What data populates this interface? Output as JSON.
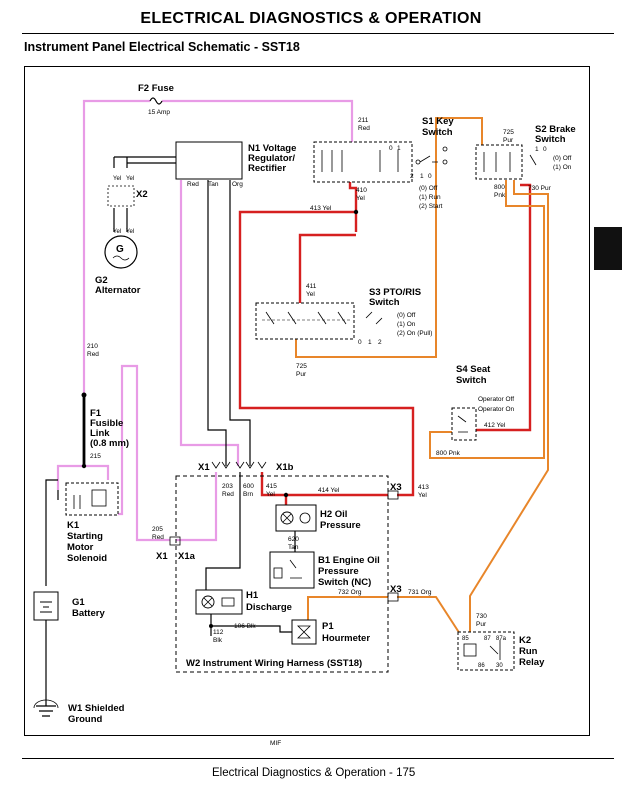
{
  "header": {
    "title": "ELECTRICAL   DIAGNOSTICS & OPERATION",
    "subtitle": "Instrument Panel Electrical Schematic - SST18"
  },
  "footer": {
    "text": "Electrical   Diagnostics & Operation  - 175"
  },
  "colors": {
    "pink": "#e89be6",
    "red": "#d62020",
    "orange": "#e8862a",
    "black": "#000000",
    "tab": "#111111"
  },
  "components": {
    "f2": {
      "name": "F2 Fuse",
      "rating": "15 Amp"
    },
    "n1": {
      "line1": "N1 Voltage",
      "line2": "Regulator/",
      "line3": "Rectifier"
    },
    "s1": {
      "line1": "S1 Key",
      "line2": "Switch",
      "pos0": "(0) Off",
      "pos1": "(1) Run",
      "pos2": "(2) Start"
    },
    "s2": {
      "line1": "S2 Brake",
      "line2": "Switch",
      "pos0": "(0) Off",
      "pos1": "(1) On"
    },
    "s3": {
      "line1": "S3 PTO/RIS",
      "line2": "Switch",
      "pos0": "(0) Off",
      "pos1": "(1) On",
      "pos2": "(2) On (Pull)"
    },
    "s4": {
      "line1": "S4 Seat",
      "line2": "Switch",
      "pos0": "Operator Off",
      "pos1": "Operator On"
    },
    "g2": {
      "line1": "G2",
      "line2": "Alternator",
      "symbol": "G"
    },
    "x2": {
      "name": "X2"
    },
    "f1": {
      "line1": "F1",
      "line2": "Fusible",
      "line3": "Link",
      "line4": "(0.8 mm)"
    },
    "k1": {
      "line1": "K1",
      "line2": "Starting",
      "line3": "Motor",
      "line4": "Solenoid"
    },
    "g1": {
      "line1": "G1",
      "line2": "Battery"
    },
    "w1": {
      "line1": "W1 Shielded",
      "line2": "Ground"
    },
    "h2": {
      "line1": "H2 Oil",
      "line2": "Pressure"
    },
    "b1": {
      "line1": "B1 Engine Oil",
      "line2": "Pressure",
      "line3": "Switch (NC)"
    },
    "h1": {
      "line1": "H1",
      "line2": "Discharge"
    },
    "p1": {
      "line1": "P1",
      "line2": "Hourmeter"
    },
    "k2": {
      "line1": "K2",
      "line2": "Run",
      "line3": "Relay"
    },
    "w2": {
      "name": "W2 Instrument Wiring Harness (SST18)"
    }
  },
  "connectors": {
    "x1": "X1",
    "x1b": "X1b",
    "x1a": "X1",
    "x1a_sub": "X1a",
    "x3": "X3"
  },
  "wires": {
    "w211": "211",
    "w211c": "Red",
    "w410": "410",
    "w410c": "Yel",
    "w413": "413 Yel",
    "w413b": "413",
    "w413bc": "Yel",
    "w725": "725",
    "w725c": "Pur",
    "w725b": "725",
    "w725bc": "Pur",
    "w800": "800",
    "w800c": "Pnk",
    "w800b": "800 Pnk",
    "w730": "730 Pur",
    "w730b": "730",
    "w730bc": "Pur",
    "w411": "411",
    "w411c": "Yel",
    "w412": "412 Yel",
    "w210": "210",
    "w210c": "Red",
    "w215": "215",
    "w205": "205",
    "w205c": "Red",
    "w203": "203",
    "w203c": "Red",
    "w600": "600",
    "w600c": "Brn",
    "w415": "415",
    "w415c": "Yel",
    "w414": "414 Yel",
    "w620": "620",
    "w620c": "Tan",
    "w732": "732 Org",
    "w731": "731 Org",
    "w106": "106 Blk",
    "w112": "112",
    "w112c": "Blk",
    "red": "Red",
    "tan": "Tan",
    "org": "Org",
    "yel": "Yel"
  },
  "relay_pins": {
    "p85": "85",
    "p87": "87",
    "p87a": "87a",
    "p86": "86",
    "p30": "30"
  },
  "switch_pos": {
    "s1_0": "0",
    "s1_1": "1",
    "s1_2": "2",
    "s2_1": "1",
    "s2_0": "0",
    "s3_0": "0",
    "s3_1": "1",
    "s3_2": "2"
  },
  "mif": "MIF"
}
